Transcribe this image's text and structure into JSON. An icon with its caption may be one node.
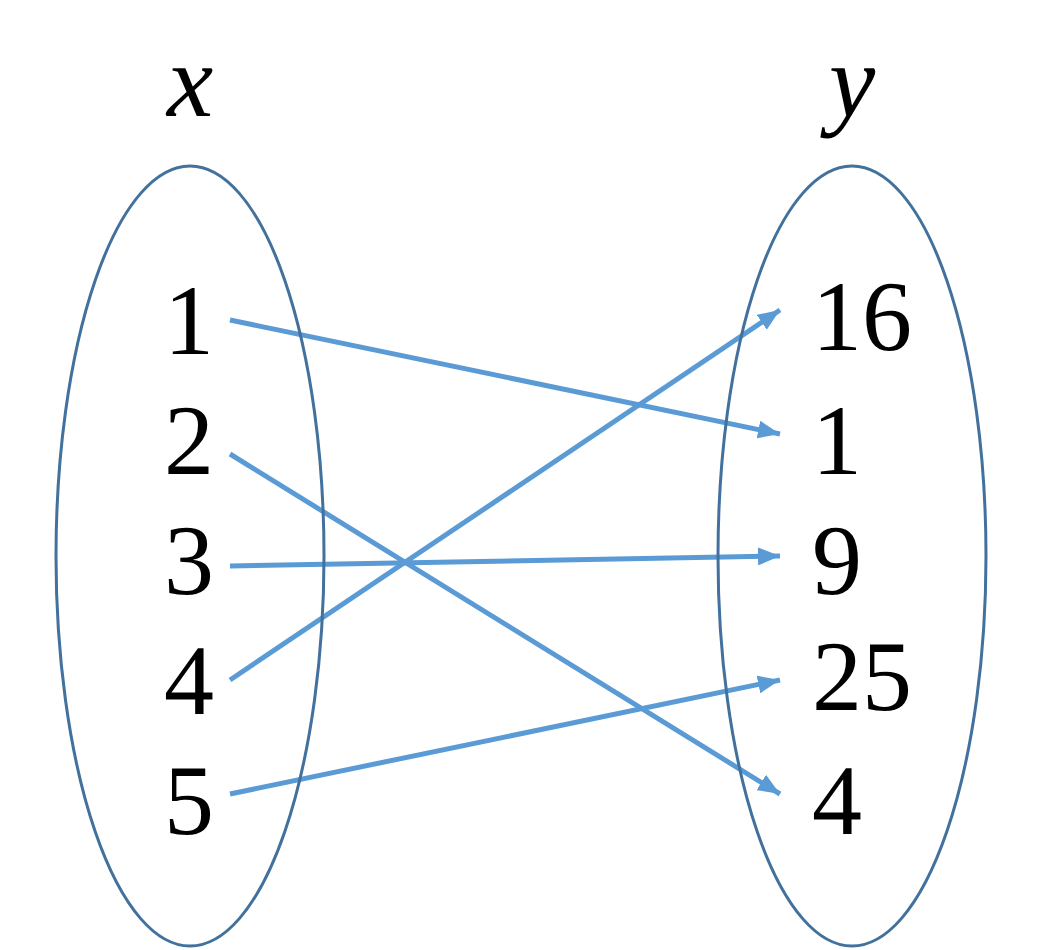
{
  "diagram": {
    "nodes": [
      {
        "text": [
          "x"
        ]
      },
      {
        "text": [
          "1"
        ],
        "in": 0
      },
      {
        "text": [
          "2"
        ],
        "in": 0
      },
      {
        "text": [
          "3"
        ],
        "in": 0
      },
      {
        "text": [
          "4"
        ],
        "in": 0
      },
      {
        "text": [
          "5"
        ],
        "in": 0
      },
      {
        "text": [
          "y"
        ]
      },
      {
        "text": [
          "16"
        ],
        "in": 6
      },
      {
        "text": [
          "1"
        ],
        "in": 6
      },
      {
        "text": [
          "9"
        ],
        "in": 6
      },
      {
        "text": [
          "25"
        ],
        "in": 6
      },
      {
        "text": [
          "4"
        ],
        "in": 6
      }
    ],
    "edges": [
      {
        "from": 1,
        "to": 8,
        "arrow": "to"
      },
      {
        "from": 2,
        "to": 11,
        "arrow": "to"
      },
      {
        "from": 3,
        "to": 9,
        "arrow": "to"
      },
      {
        "from": 4,
        "to": 7,
        "arrow": "to"
      },
      {
        "from": 5,
        "to": 10,
        "arrow": "to"
      }
    ]
  }
}
